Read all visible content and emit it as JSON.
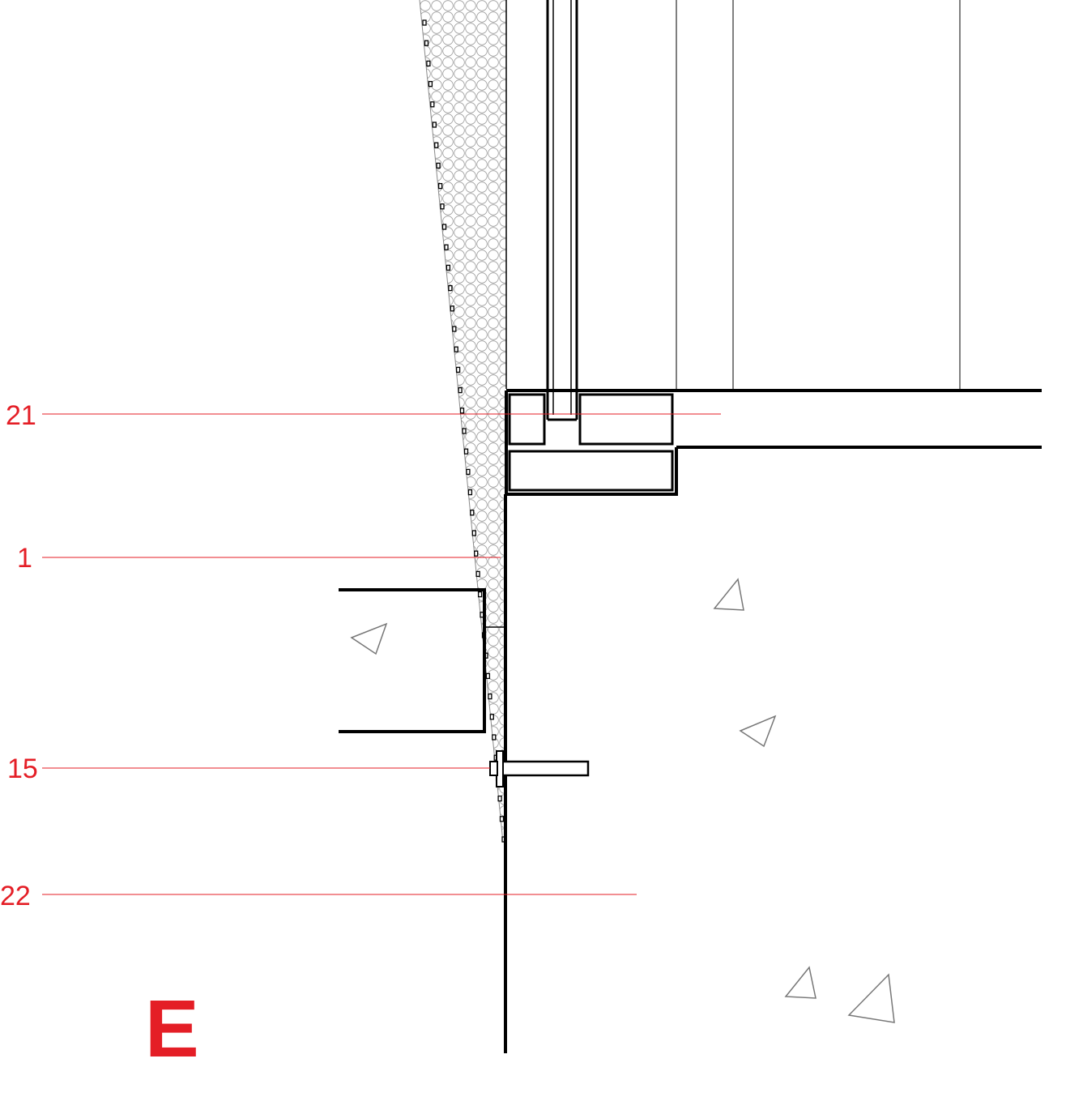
{
  "annotations": {
    "callout_21": "21",
    "callout_1": "1",
    "callout_15": "15",
    "callout_22": "22",
    "sheet_letter": "E"
  },
  "colors": {
    "annotation_red": "#e41e26",
    "line_black": "#000000",
    "hatch_gray": "#8a8a8a",
    "background": "#ffffff"
  },
  "icons": {
    "hatch": "insulation-circle-hatch",
    "concrete_aggregate": "aggregate-triangle"
  }
}
